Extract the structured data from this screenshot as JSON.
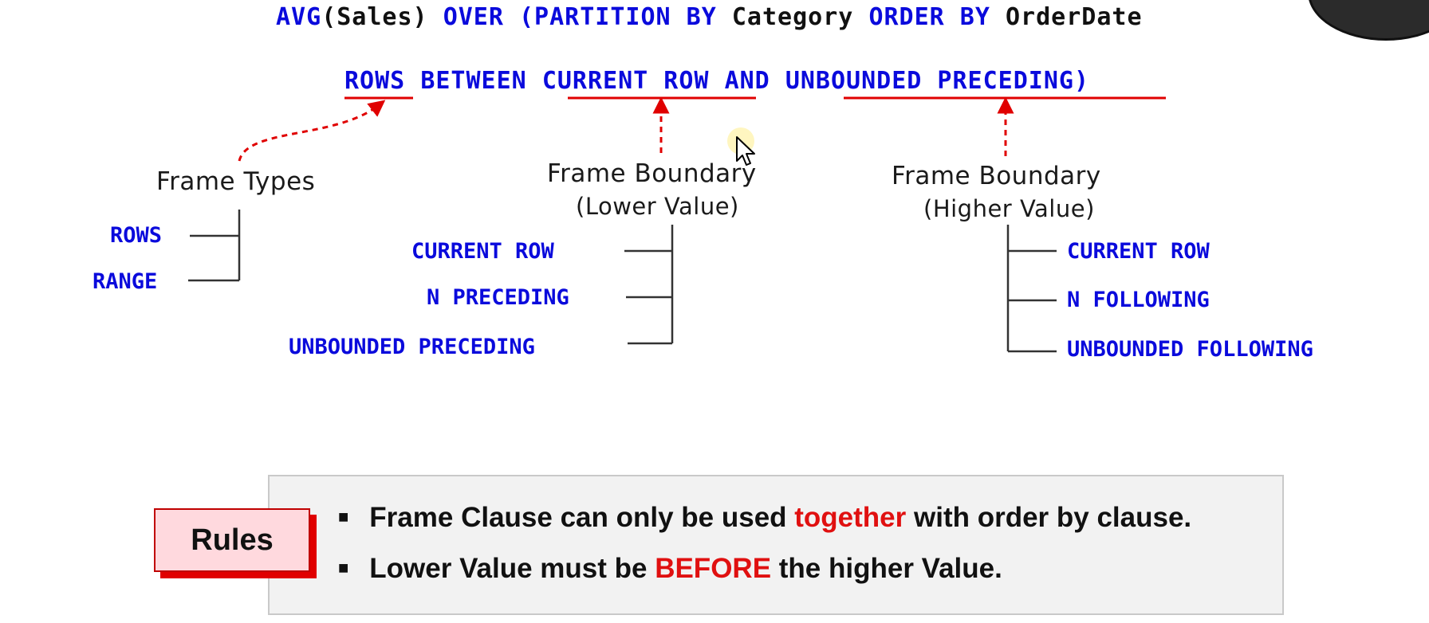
{
  "query": {
    "line1": {
      "avg": "AVG",
      "args": "(Sales)",
      "over": "OVER",
      "partition": "(PARTITION BY",
      "category": "Category",
      "order_by": "ORDER BY",
      "orderdate": "OrderDate"
    },
    "line2": {
      "rows": "ROWS",
      "between": "BETWEEN",
      "current_row": "CURRENT ROW",
      "and": "AND",
      "unbounded_preceding": "UNBOUNDED PRECEDING",
      "close": ")"
    }
  },
  "frame_types": {
    "title": "Frame Types",
    "options": [
      "ROWS",
      "RANGE"
    ]
  },
  "lower_boundary": {
    "title": "Frame Boundary",
    "subtitle": "(Lower Value)",
    "options": [
      "CURRENT ROW",
      "N PRECEDING",
      "UNBOUNDED PRECEDING"
    ]
  },
  "higher_boundary": {
    "title": "Frame Boundary",
    "subtitle": "(Higher Value)",
    "options": [
      "CURRENT ROW",
      "N FOLLOWING",
      "UNBOUNDED FOLLOWING"
    ]
  },
  "rules": {
    "badge": "Rules",
    "rule1": {
      "pre": "Frame Clause can only be used ",
      "highlight": "together",
      "post": " with order by clause."
    },
    "rule2": {
      "pre": "Lower Value must be ",
      "highlight": "BEFORE",
      "post": " the higher Value."
    }
  },
  "colors": {
    "keyword": "#0a0adc",
    "arrow": "#e00000",
    "highlight": "#e01010"
  }
}
